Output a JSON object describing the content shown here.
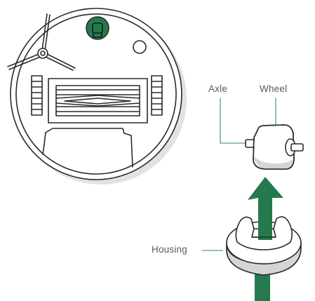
{
  "labels": {
    "axle": "Axle",
    "wheel": "Wheel",
    "housing": "Housing"
  },
  "colors": {
    "accent_green": "#247a4c",
    "line_green": "#2f8a5c",
    "outline": "#2a2a2a",
    "shadow": "#d9d9d9"
  },
  "icons": {
    "arrow": "up-arrow-icon",
    "robot": "robot-vacuum-underside"
  }
}
